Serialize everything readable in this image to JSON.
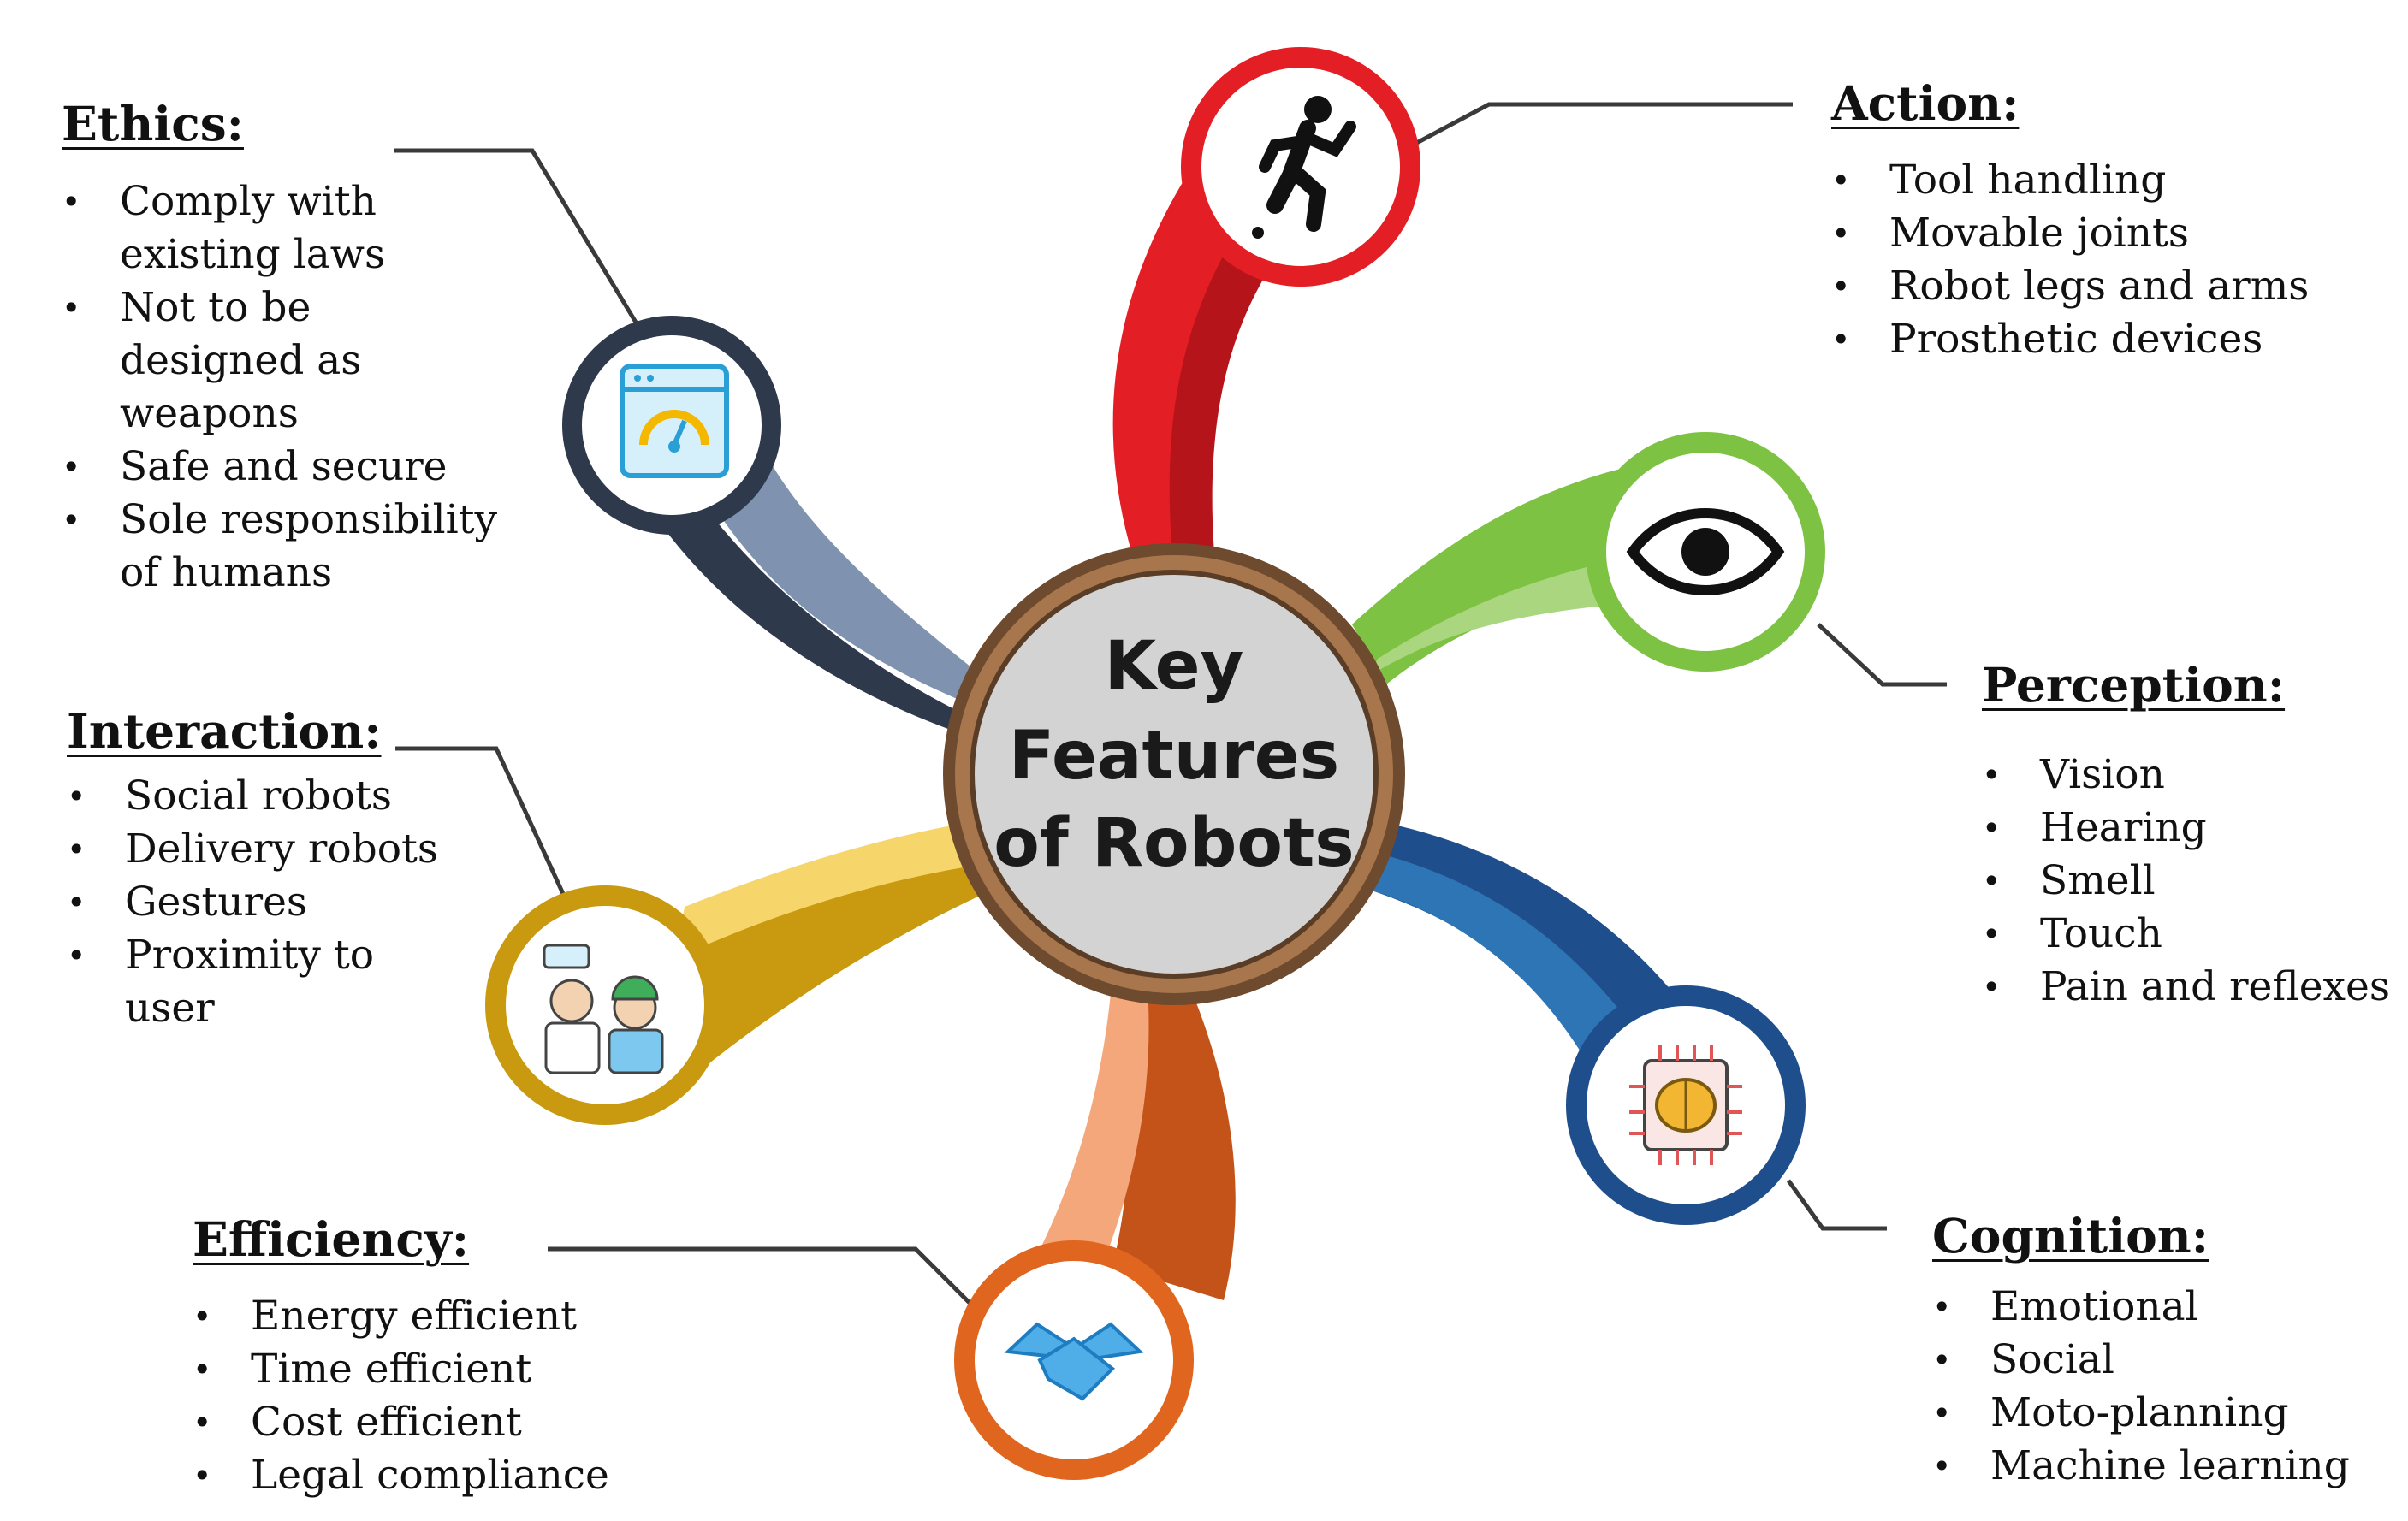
{
  "center": {
    "line1": "Key",
    "line2": "Features",
    "line3": "of Robots"
  },
  "sections": {
    "action": {
      "title": "Action:",
      "icon": "running-person-icon",
      "color": "#E31E24",
      "items": [
        "Tool handling",
        "Movable joints",
        "Robot legs and arms",
        "Prosthetic devices"
      ]
    },
    "perception": {
      "title": "Perception:",
      "icon": "eye-icon",
      "color": "#7DC242",
      "items": [
        "Vision",
        "Hearing",
        "Smell",
        "Touch",
        "Pain and reflexes"
      ]
    },
    "cognition": {
      "title": "Cognition:",
      "icon": "brain-chip-icon",
      "color": "#1F4E8C",
      "items": [
        "Emotional",
        "Social",
        "Moto-planning",
        "Machine learning"
      ]
    },
    "efficiency": {
      "title": "Efficiency:",
      "icon": "handshake-icon",
      "color": "#E0651E",
      "items": [
        "Energy efficient",
        "Time efficient",
        "Cost efficient",
        "Legal compliance"
      ]
    },
    "interaction": {
      "title": "Interaction:",
      "icon": "human-robot-icon",
      "color": "#C99A10",
      "items": [
        "Social robots",
        "Delivery robots",
        "Gestures",
        "Proximity to user"
      ]
    },
    "ethics": {
      "title": "Ethics:",
      "icon": "gauge-window-icon",
      "color": "#2E3A4B",
      "items": [
        "Comply with existing laws",
        "Not to be designed as weapons",
        "Safe and secure",
        "Sole responsibility of humans"
      ]
    }
  }
}
